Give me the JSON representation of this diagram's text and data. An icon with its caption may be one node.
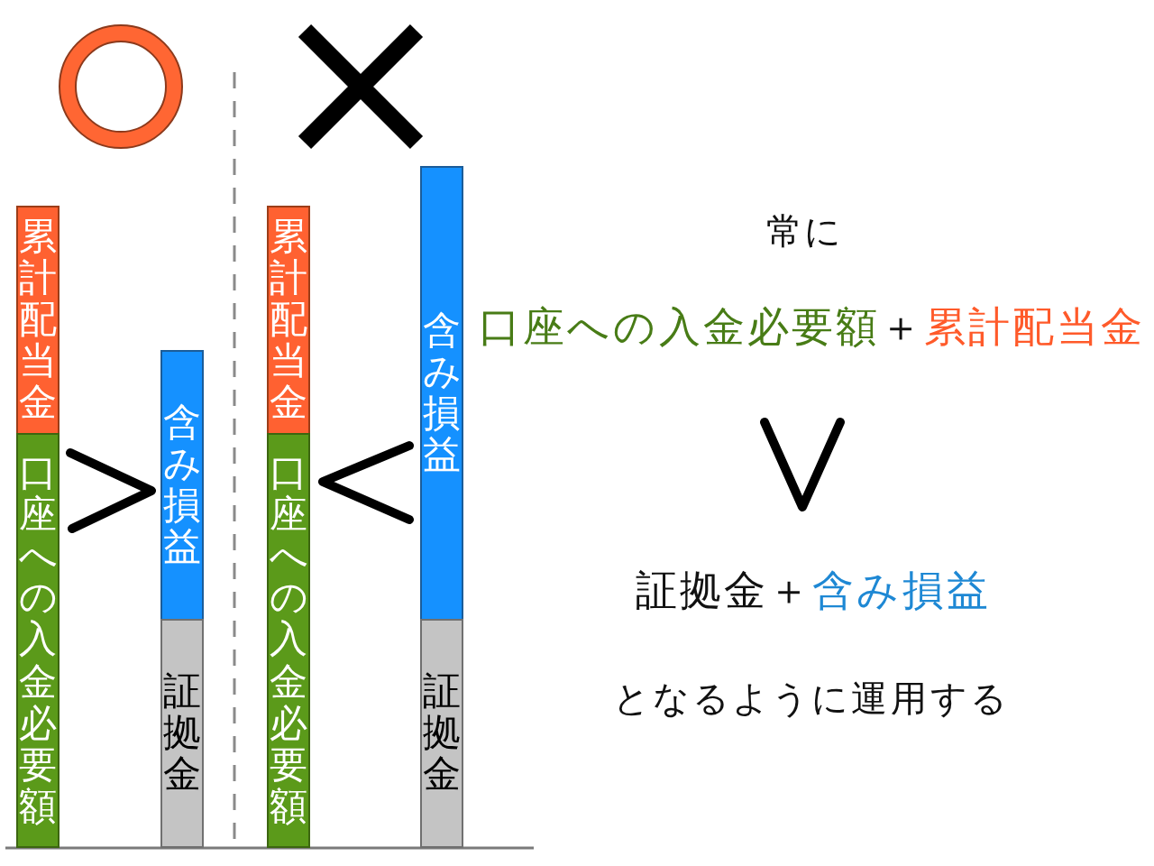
{
  "diagram": {
    "nodes": [
      {
        "text": [
          "累計配当金"
        ]
      },
      {
        "text": [
          "口座への入金必要額"
        ]
      },
      {
        "text": [
          "含み損益"
        ]
      },
      {
        "text": [
          "証拠金"
        ]
      },
      {
        "text": [
          "累計配当金"
        ]
      },
      {
        "text": [
          "口座への入金必要額"
        ]
      },
      {
        "text": [
          "含み損益"
        ]
      },
      {
        "text": [
          "証拠金"
        ]
      }
    ],
    "edges": [],
    "labels": [
      "常に",
      "口座への入金必要額",
      "＋",
      "累計配当金",
      "証拠金",
      "＋",
      "含み損益",
      "となるように運用する"
    ]
  }
}
